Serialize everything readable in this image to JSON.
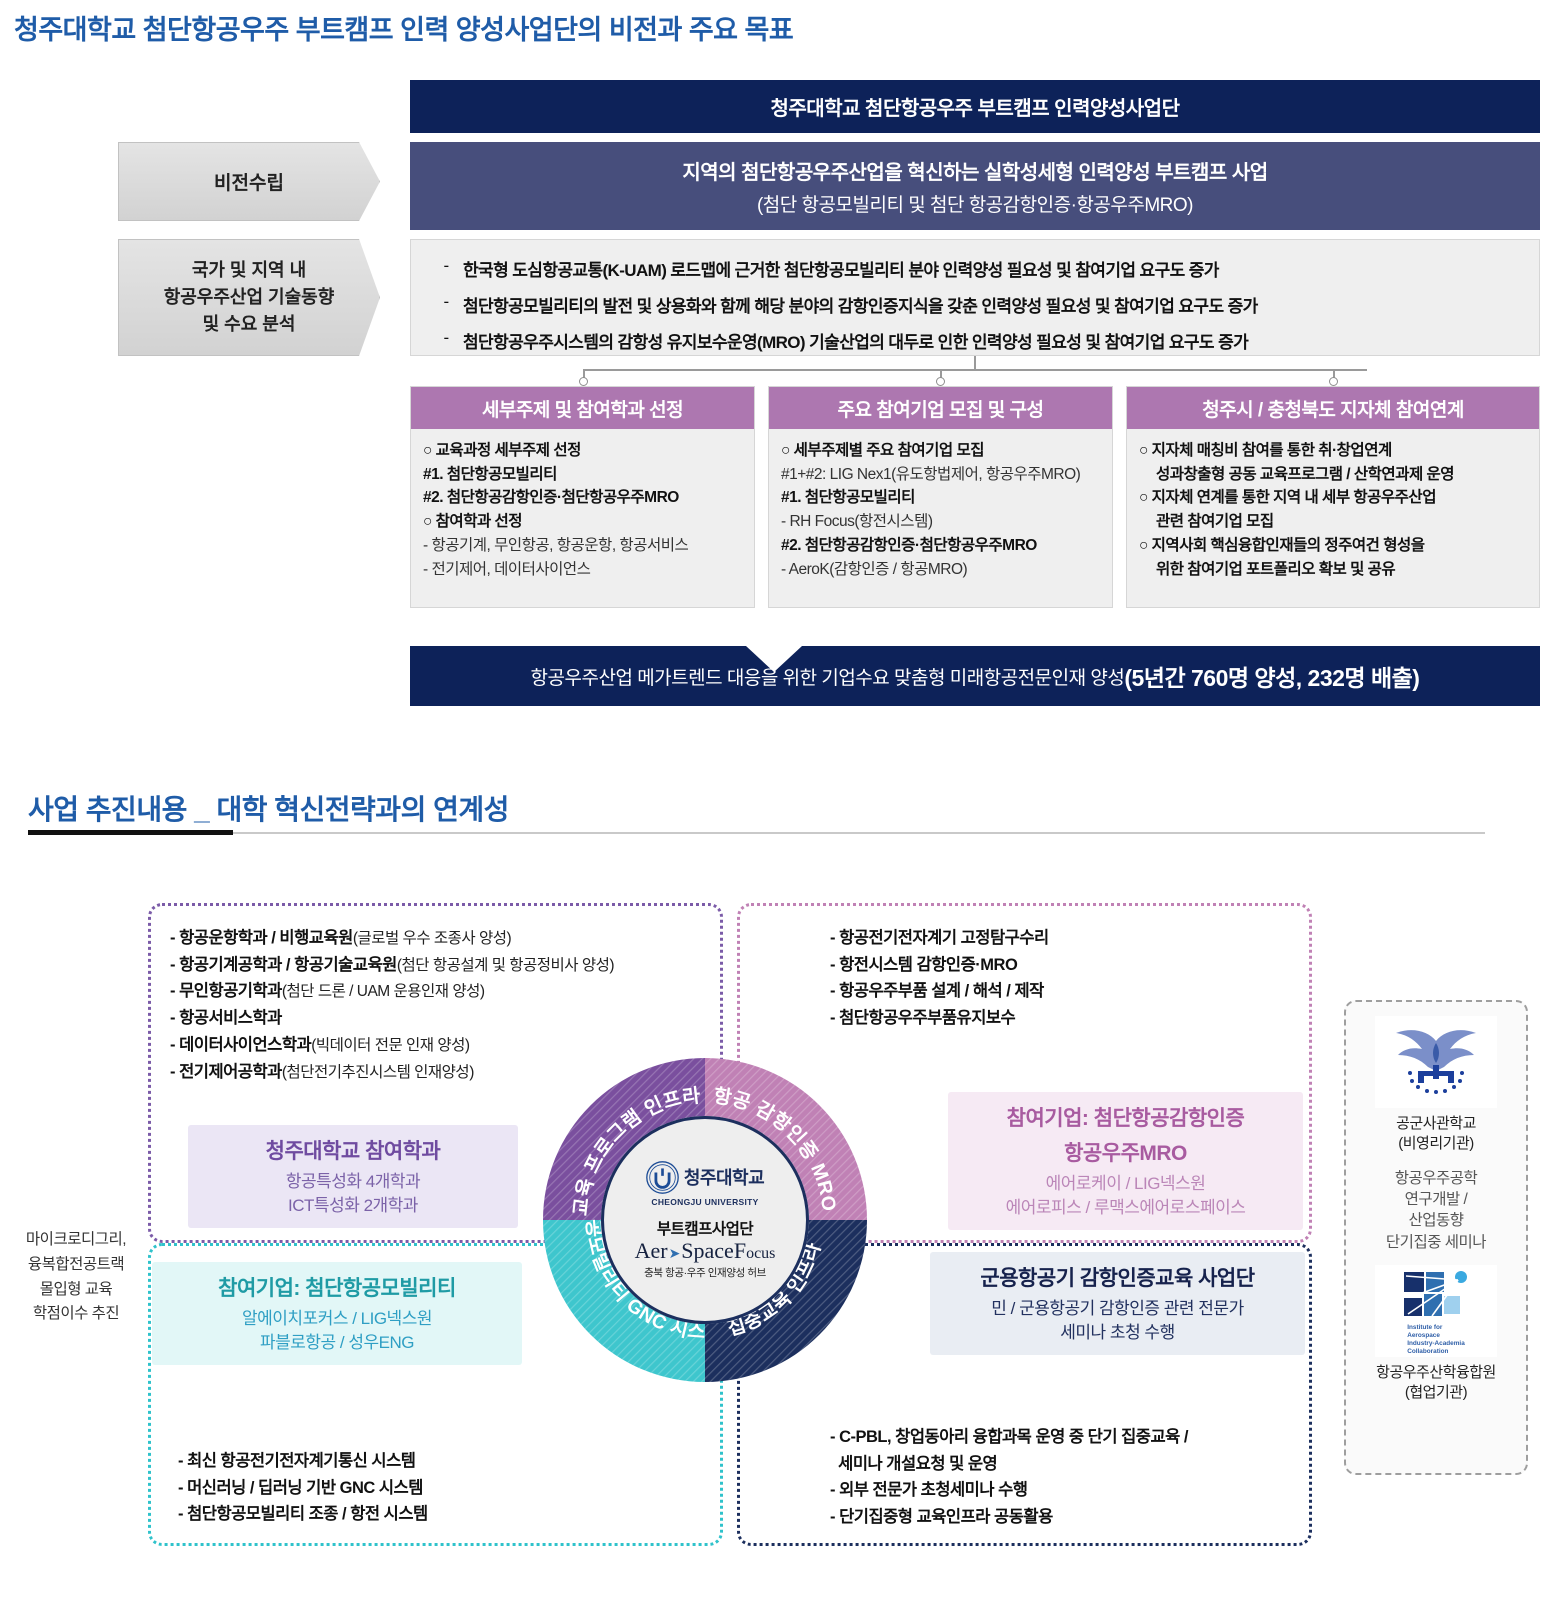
{
  "section1": {
    "title": "청주대학교 첨단항공우주 부트캠프 인력 양성사업단의 비전과 주요 목표",
    "org_header": "청주대학교 첨단항공우주 부트캠프 인력양성사업단",
    "vision_label": "비전수립",
    "vision_line1": "지역의 첨단항공우주산업을 혁신하는 실학성세형 인력양성 부트캠프 사업",
    "vision_line2": "(첨단 항공모빌리티 및 첨단 항공감항인증·항공우주MRO)",
    "analysis_label_l1": "국가 및 지역 내",
    "analysis_label_l2": "항공우주산업 기술동향",
    "analysis_label_l3": "및 수요 분석",
    "analysis_dash": "-",
    "analysis_items": [
      "한국형 도심항공교통(K-UAM) 로드맵에 근거한 첨단항공모빌리티 분야 인력양성 필요성 및 참여기업 요구도 증가",
      "첨단항공모빌리티의 발전 및 상용화와 함께 해당 분야의 감항인증지식을 갖춘 인력양성 필요성 및 참여기업 요구도 증가",
      "첨단항공우주시스템의 감항성 유지보수운영(MRO) 기술산업의 대두로 인한 인력양성 필요성 및 참여기업 요구도 증가"
    ],
    "cards": [
      {
        "header": "세부주제 및 참여학과 선정",
        "lines": [
          {
            "text": "○ 교육과정 세부주제 선정",
            "bold": true
          },
          {
            "text": "#1. 첨단항공모빌리티",
            "bold": true
          },
          {
            "text": "#2. 첨단항공감항인증·첨단항공우주MRO",
            "bold": true
          },
          {
            "text": "○ 참여학과 선정",
            "bold": true
          },
          {
            "text": " - 항공기계, 무인항공, 항공운항, 항공서비스",
            "bold": false
          },
          {
            "text": " - 전기제어, 데이터사이언스",
            "bold": false
          }
        ]
      },
      {
        "header": "주요 참여기업 모집 및 구성",
        "lines": [
          {
            "text": "○ 세부주제별 주요 참여기업 모집",
            "bold": true
          },
          {
            "text": "#1+#2: LIG Nex1(유도항법제어, 항공우주MRO)",
            "bold": false,
            "lead": "#1+#2:"
          },
          {
            "text": "#1. 첨단항공모빌리티",
            "bold": true
          },
          {
            "text": " - RH Focus(항전시스템)",
            "bold": false
          },
          {
            "text": "#2. 첨단항공감항인증·첨단항공우주MRO",
            "bold": true
          },
          {
            "text": " - AeroK(감항인증 / 항공MRO)",
            "bold": false
          }
        ]
      },
      {
        "header": "청주시 / 충청북도 지자체 참여연계",
        "lines": [
          {
            "text": "○ 지자체 매칭비 참여를 통한 취·창업연계",
            "bold": true
          },
          {
            "text": "성과창출형 공동 교육프로그램 / 산학연과제 운영",
            "bold": true,
            "indent": true
          },
          {
            "text": "○ 지자체 연계를 통한 지역 내 세부 항공우주산업",
            "bold": true
          },
          {
            "text": "관련 참여기업 모집",
            "bold": true,
            "indent": true
          },
          {
            "text": "○ 지역사회 핵심융합인재들의 정주여건 형성을",
            "bold": true
          },
          {
            "text": "위한 참여기업 포트폴리오 확보 및 공유",
            "bold": true,
            "indent": true
          }
        ]
      }
    ],
    "result_text": "항공우주산업 메가트렌드 대응을 위한 기업수요 맞춤형 미래항공전문인재 양성",
    "result_highlight": "(5년간 760명 양성, 232명 배출)"
  },
  "section2": {
    "title": "사업 추진내용 _ 대학 혁신전략과의 연계성",
    "micro_caption": "마이크로디그리,\n융복합전공트랙\n몰입형 교육\n학점이수 추진",
    "quadrants": [
      {
        "key": "edu-program-infra",
        "label": "교육 프로그램 인프라",
        "color": "#7a4f9e"
      },
      {
        "key": "airworthiness-mro",
        "label": "항공 감항인증 MRO",
        "color": "#c081b5"
      },
      {
        "key": "gnc-system",
        "label": "항공모빌리티 GNC 시스템",
        "color": "#3ec6cd"
      },
      {
        "key": "intensive-edu-infra",
        "label": "집중교육 인프라",
        "color": "#1c2f5e"
      }
    ],
    "hub": {
      "university_ko": "청주대학교",
      "university_en": "CHEONGJU UNIVERSITY",
      "bootcamp": "부트캠프사업단",
      "brand_a": "Aer",
      "brand_b": "Space",
      "brand_c": "ocus",
      "brand_o": "o",
      "brand_f": "F",
      "tagline": "충북 항공·우주 인재양성 허브"
    },
    "top_left_bullets": [
      {
        "b": "- 항공운항학과 / 비행교육원",
        "n": "(글로벌 우수 조종사 양성)"
      },
      {
        "b": "- 항공기계공학과 / 항공기술교육원",
        "n": "(첨단 항공설계 및 항공정비사 양성)"
      },
      {
        "b": "- 무인항공기학과",
        "n": "(첨단 드론 / UAM 운용인재 양성)"
      },
      {
        "b": "- 항공서비스학과",
        "n": ""
      },
      {
        "b": "- 데이터사이언스학과",
        "n": "(빅데이터 전문 인재 양성)"
      },
      {
        "b": "- 전기제어공학과",
        "n": "(첨단전기추진시스템 인재양성)"
      }
    ],
    "top_right_bullets": [
      {
        "b": "- 항공전기전자계기 고정탐구수리",
        "n": ""
      },
      {
        "b": "- 항전시스템 감항인증·MRO",
        "n": ""
      },
      {
        "b": "- 항공우주부품 설계 / 해석 / 제작",
        "n": ""
      },
      {
        "b": "- 첨단항공우주부품유지보수",
        "n": ""
      }
    ],
    "bottom_left_bullets": [
      {
        "b": "- 최신 항공전기전자계기통신 시스템",
        "n": ""
      },
      {
        "b": "- 머신러닝 / 딥러닝 기반 GNC 시스템",
        "n": ""
      },
      {
        "b": "- 첨단항공모빌리티 조종 / 항전 시스템",
        "n": ""
      }
    ],
    "bottom_right_bullets": [
      {
        "b": "- C-PBL, 창업동아리 융합과목 운영 중 단기 집중교육 /",
        "n": ""
      },
      {
        "b": "  세미나 개설요청 및 운영",
        "n": ""
      },
      {
        "b": "- 외부 전문가 초청세미나 수행",
        "n": ""
      },
      {
        "b": "- 단기집중형 교육인프라 공동활용",
        "n": ""
      }
    ],
    "highlight_boxes": [
      {
        "key": "cju-departments",
        "title": "청주대학교 참여학과",
        "sub1": "항공특성화 4개학과",
        "sub2": "ICT특성화 2개학과"
      },
      {
        "key": "partner-amobility",
        "title": "참여기업: 첨단항공모빌리티",
        "sub1": "알에이치포커스  / LIG넥스원",
        "sub2": "파블로항공 / 성우ENG"
      },
      {
        "key": "partner-mro",
        "title": "참여기업: 첨단항공감항인증",
        "title2": "항공우주MRO",
        "sub1": "에어로케이 / LIG넥스원",
        "sub2": "에어로피스 / 루맥스에어로스페이스"
      },
      {
        "key": "military-airworthiness",
        "title": "군용항공기 감항인증교육 사업단",
        "sub1": "민 / 군용항공기 감항인증 관련 전문가",
        "sub2": "세미나 초청 수행"
      }
    ],
    "side_institutions": [
      {
        "key": "korea-air-force-academy",
        "name_l1": "공군사관학교",
        "name_l2": "(비영리기관)",
        "sub_l1": "항공우주공학",
        "sub_l2": "연구개발 /",
        "sub_l3": "산업동향",
        "sub_l4": "단기집중 세미나"
      },
      {
        "key": "aerospace-iac",
        "logo_caption": "Institute for\nAerospace\nIndustry-Academia\nCollaboration",
        "name_l1": "항공우주산학융합원",
        "name_l2": "(협업기관)"
      }
    ]
  },
  "colors": {
    "navy": "#0d2259",
    "slate": "#474e7c",
    "purple_header": "#ad77b0",
    "title_blue": "#1f5ca8",
    "teal": "#3ec6cd",
    "violet": "#7a4f9e",
    "orchid": "#c081b5"
  }
}
